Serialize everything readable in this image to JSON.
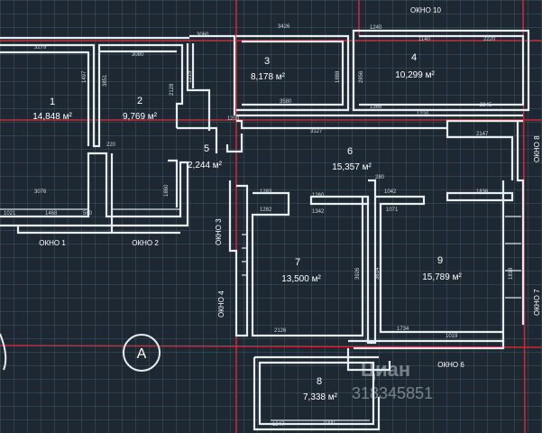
{
  "rooms": [
    {
      "id": "1",
      "area": "14,848 м²"
    },
    {
      "id": "2",
      "area": "9,769 м²"
    },
    {
      "id": "3",
      "area": "8,178 м²"
    },
    {
      "id": "4",
      "area": "10,299 м²"
    },
    {
      "id": "5",
      "area": "2,244 м²"
    },
    {
      "id": "6",
      "area": "15,357 м²"
    },
    {
      "id": "7",
      "area": "13,500 м²"
    },
    {
      "id": "8",
      "area": "7,338 м²"
    },
    {
      "id": "9",
      "area": "15,789 м²"
    }
  ],
  "windows": {
    "w1": "ОКНО 1",
    "w2": "ОКНО 2",
    "w3": "ОКНО 3",
    "w4": "ОКНО 4",
    "w6": "ОКНО 6",
    "w7": "ОКНО 7",
    "w8": "ОКНО 8",
    "w10": "ОКНО 10"
  },
  "axis_label": "A",
  "dimensions": {
    "d1": "3279",
    "d2": "3080",
    "d3": "3060",
    "d4": "3426",
    "d5": "1240",
    "d6": "1140",
    "d7": "2220",
    "d8": "1497",
    "d9": "3851",
    "d10": "2128",
    "d11": "1215",
    "d12": "1888",
    "d13": "2856",
    "d14": "3580",
    "d15": "1366",
    "d16": "1220",
    "d17": "2345",
    "d18": "1203",
    "d19": "3127",
    "d20": "2147",
    "d21": "220",
    "d22": "3076",
    "d23": "1021",
    "d24": "1468",
    "d25": "560",
    "d26": "1283",
    "d27": "1282",
    "d28": "1260",
    "d29": "1342",
    "d30": "1042",
    "d31": "1071",
    "d32": "1836",
    "d33": "2126",
    "d34": "1734",
    "d35": "1019",
    "d36": "1347",
    "d37": "1000",
    "d38": "1860",
    "d39": "280",
    "d40": "3926",
    "d41": "3614",
    "d42": "1818"
  },
  "watermark": {
    "brand": "Циан",
    "code": "318345851"
  }
}
